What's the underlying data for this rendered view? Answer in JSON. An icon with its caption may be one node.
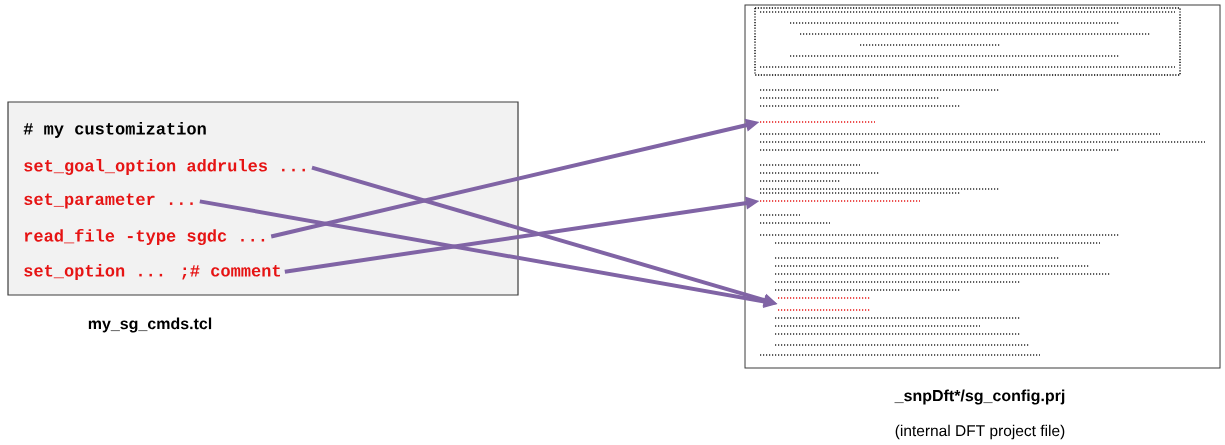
{
  "diagram": {
    "nodes": [
      {
        "text": [
          "# my customization"
        ],
        "beside": [
          "my_sg_cmds.tcl"
        ]
      },
      {
        "text": [
          "set_goal_option addrules ..."
        ],
        "in": 0
      },
      {
        "text": [
          "set_parameter ..."
        ],
        "in": 0
      },
      {
        "text": [
          "read_file -type sgdc ..."
        ],
        "in": 0
      },
      {
        "text": [
          "set_option ... ;# comment"
        ],
        "in": 0
      },
      {
        "text": [],
        "shape": "picture",
        "beside": [
          "_snpDft*/sg_config.prj",
          "(internal DFT project file)"
        ]
      },
      {
        "text": [],
        "shape": "bar",
        "in": 5
      },
      {
        "text": [],
        "shape": "bar",
        "in": 5
      },
      {
        "text": [],
        "shape": "bar",
        "in": 5
      }
    ],
    "edges": [
      {
        "from": 1,
        "to": 8,
        "arrow": "to"
      },
      {
        "from": 2,
        "to": 8,
        "arrow": "to"
      },
      {
        "from": 3,
        "to": 6,
        "arrow": "to"
      },
      {
        "from": 4,
        "to": 7,
        "arrow": "to"
      }
    ]
  }
}
